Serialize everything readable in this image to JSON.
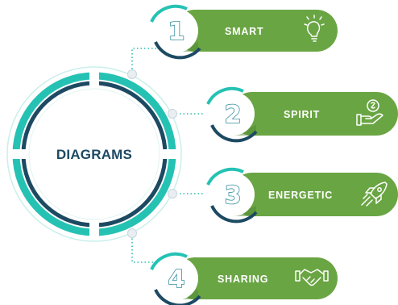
{
  "center": {
    "title": "DIAGRAMS"
  },
  "items": [
    {
      "number": "1",
      "label": "SMART",
      "icon": "lightbulb-icon"
    },
    {
      "number": "2",
      "label": "SPIRIT",
      "icon": "money-hand-icon"
    },
    {
      "number": "3",
      "label": "ENERGETIC",
      "icon": "rocket-icon"
    },
    {
      "number": "4",
      "label": "SHARING",
      "icon": "handshake-icon"
    }
  ],
  "colors": {
    "pill_green": "#6aa544",
    "pill_green_dark": "#4f8a32",
    "teal": "#25c2b4",
    "navy": "#1d4a63",
    "connector": "#2bbfae"
  }
}
